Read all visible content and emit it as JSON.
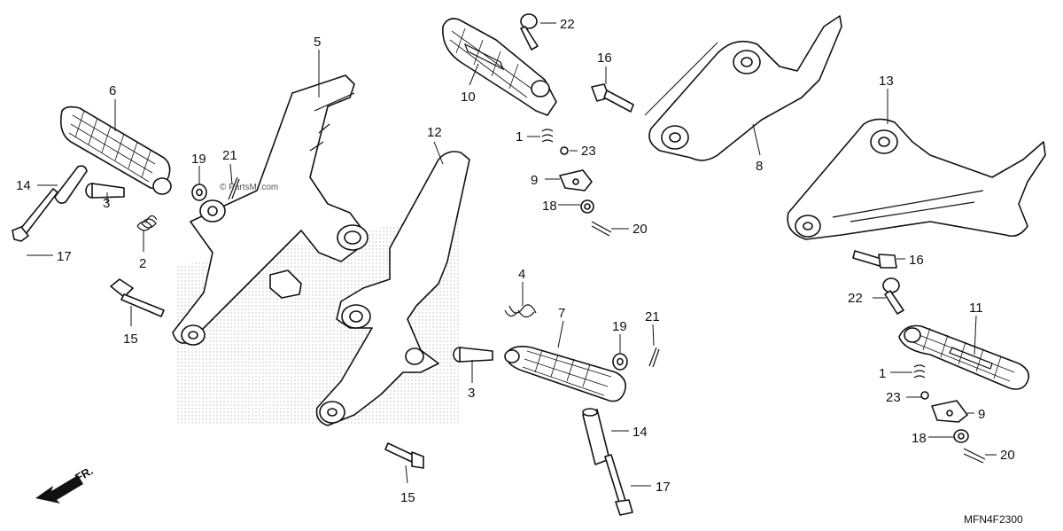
{
  "diagram": {
    "code": "MFN4F2300",
    "direction_label": "FR.",
    "watermark": "© PartsM..com",
    "callouts": [
      {
        "id": "c6",
        "label": "6"
      },
      {
        "id": "c5",
        "label": "5"
      },
      {
        "id": "c14a",
        "label": "14"
      },
      {
        "id": "c3a",
        "label": "3"
      },
      {
        "id": "c2",
        "label": "2"
      },
      {
        "id": "c17a",
        "label": "17"
      },
      {
        "id": "c19a",
        "label": "19"
      },
      {
        "id": "c21a",
        "label": "21"
      },
      {
        "id": "c15a",
        "label": "15"
      },
      {
        "id": "c12",
        "label": "12"
      },
      {
        "id": "c15b",
        "label": "15"
      },
      {
        "id": "c10",
        "label": "10"
      },
      {
        "id": "c22a",
        "label": "22"
      },
      {
        "id": "c16a",
        "label": "16"
      },
      {
        "id": "c1a",
        "label": "1"
      },
      {
        "id": "c23a",
        "label": "23"
      },
      {
        "id": "c9a",
        "label": "9"
      },
      {
        "id": "c18a",
        "label": "18"
      },
      {
        "id": "c20a",
        "label": "20"
      },
      {
        "id": "c8",
        "label": "8"
      },
      {
        "id": "c13",
        "label": "13"
      },
      {
        "id": "c16b",
        "label": "16"
      },
      {
        "id": "c22b",
        "label": "22"
      },
      {
        "id": "c11",
        "label": "11"
      },
      {
        "id": "c1b",
        "label": "1"
      },
      {
        "id": "c23b",
        "label": "23"
      },
      {
        "id": "c9b",
        "label": "9"
      },
      {
        "id": "c18b",
        "label": "18"
      },
      {
        "id": "c20b",
        "label": "20"
      },
      {
        "id": "c4",
        "label": "4"
      },
      {
        "id": "c7",
        "label": "7"
      },
      {
        "id": "c19b",
        "label": "19"
      },
      {
        "id": "c21b",
        "label": "21"
      },
      {
        "id": "c3b",
        "label": "3"
      },
      {
        "id": "c14b",
        "label": "14"
      },
      {
        "id": "c17b",
        "label": "17"
      }
    ]
  }
}
